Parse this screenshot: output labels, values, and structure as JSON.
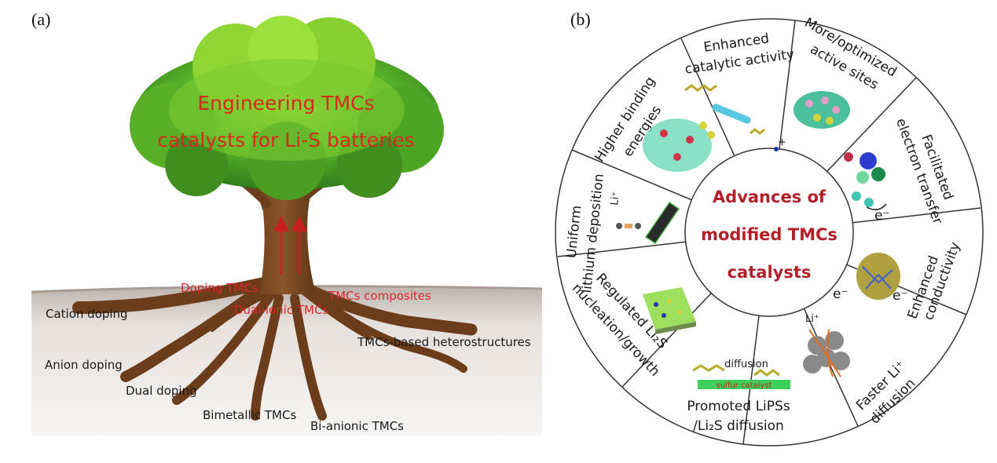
{
  "panel_a": {
    "label": "(a)",
    "title_line1": "Engineering TMCs",
    "title_line2": "catalysts for Li-S batteries",
    "branches": {
      "doping": "Doping TMCs",
      "dual_ionic": "Dual-ionic TMCs",
      "composites": "TMCs composites"
    },
    "roots": {
      "cation": "Cation doping",
      "anion": "Anion doping",
      "dual": "Dual doping",
      "bimetallic": "Bimetallic TMCs",
      "bianionic": "Bi-anionic TMCs",
      "hetero": "TMCs-based heterostructures"
    }
  },
  "panel_b": {
    "label": "(b)",
    "center": {
      "line1": "Advances of",
      "line2": "modified TMCs",
      "line3": "catalysts"
    },
    "segments": {
      "catalytic_1": "Enhanced",
      "catalytic_2": "catalytic activity",
      "sites_1": "More/optimized",
      "sites_2": "active sites",
      "electron_1": "Facilitated",
      "electron_2": "electron transfer",
      "conductivity_1": "Enhanced",
      "conductivity_2": "conductivity",
      "li_diff_1": "Faster Li⁺",
      "li_diff_2": "diffusion",
      "lips_1": "Promoted LiPSs",
      "lips_2": "/Li₂S diffusion",
      "nucleation_1": "Regulated Li₂S",
      "nucleation_2": "nucleation/growth",
      "deposition_1": "Uniform",
      "deposition_2": "lithium deposition",
      "binding_1": "Higher binding",
      "binding_2": "energies"
    },
    "annotations": {
      "e_minus": "e⁻",
      "li_plus": "Li⁺",
      "plus": "+",
      "diffusion": "diffusion",
      "sulfur_catalyst": "sulfur catalyst"
    }
  }
}
